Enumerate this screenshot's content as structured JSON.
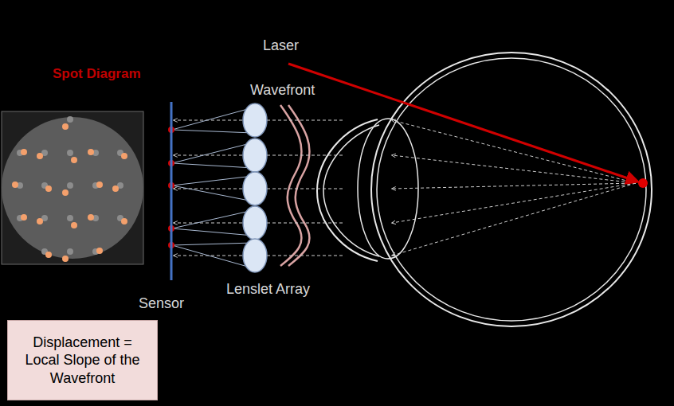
{
  "diagram": {
    "nodes": [
      {
        "text": [
          "Displacement = Local Slope of the Wavefront"
        ]
      }
    ],
    "labels": [
      "Spot Diagram",
      "Laser",
      "Wavefront",
      "Lenslet Array",
      "Sensor"
    ]
  }
}
